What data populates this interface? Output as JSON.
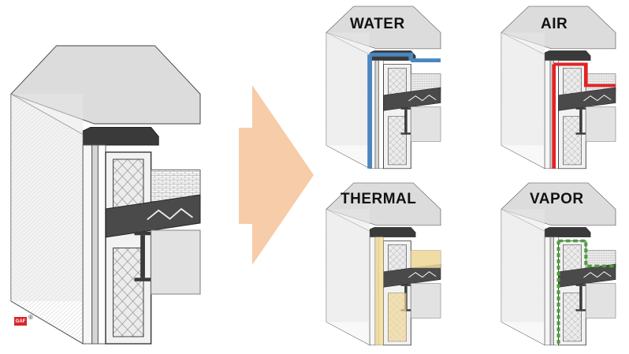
{
  "panels": [
    {
      "label": "WATER",
      "color": "#4a86bf",
      "style": "solid"
    },
    {
      "label": "AIR",
      "color": "#e32222",
      "style": "solid"
    },
    {
      "label": "THERMAL",
      "color": "#f2dc9b",
      "style": "fill"
    },
    {
      "label": "VAPOR",
      "color": "#4d9e3c",
      "style": "dashed"
    }
  ],
  "arrow": {
    "color": "#f6cca9"
  },
  "logo": {
    "text": "GAF",
    "mark": "®"
  }
}
